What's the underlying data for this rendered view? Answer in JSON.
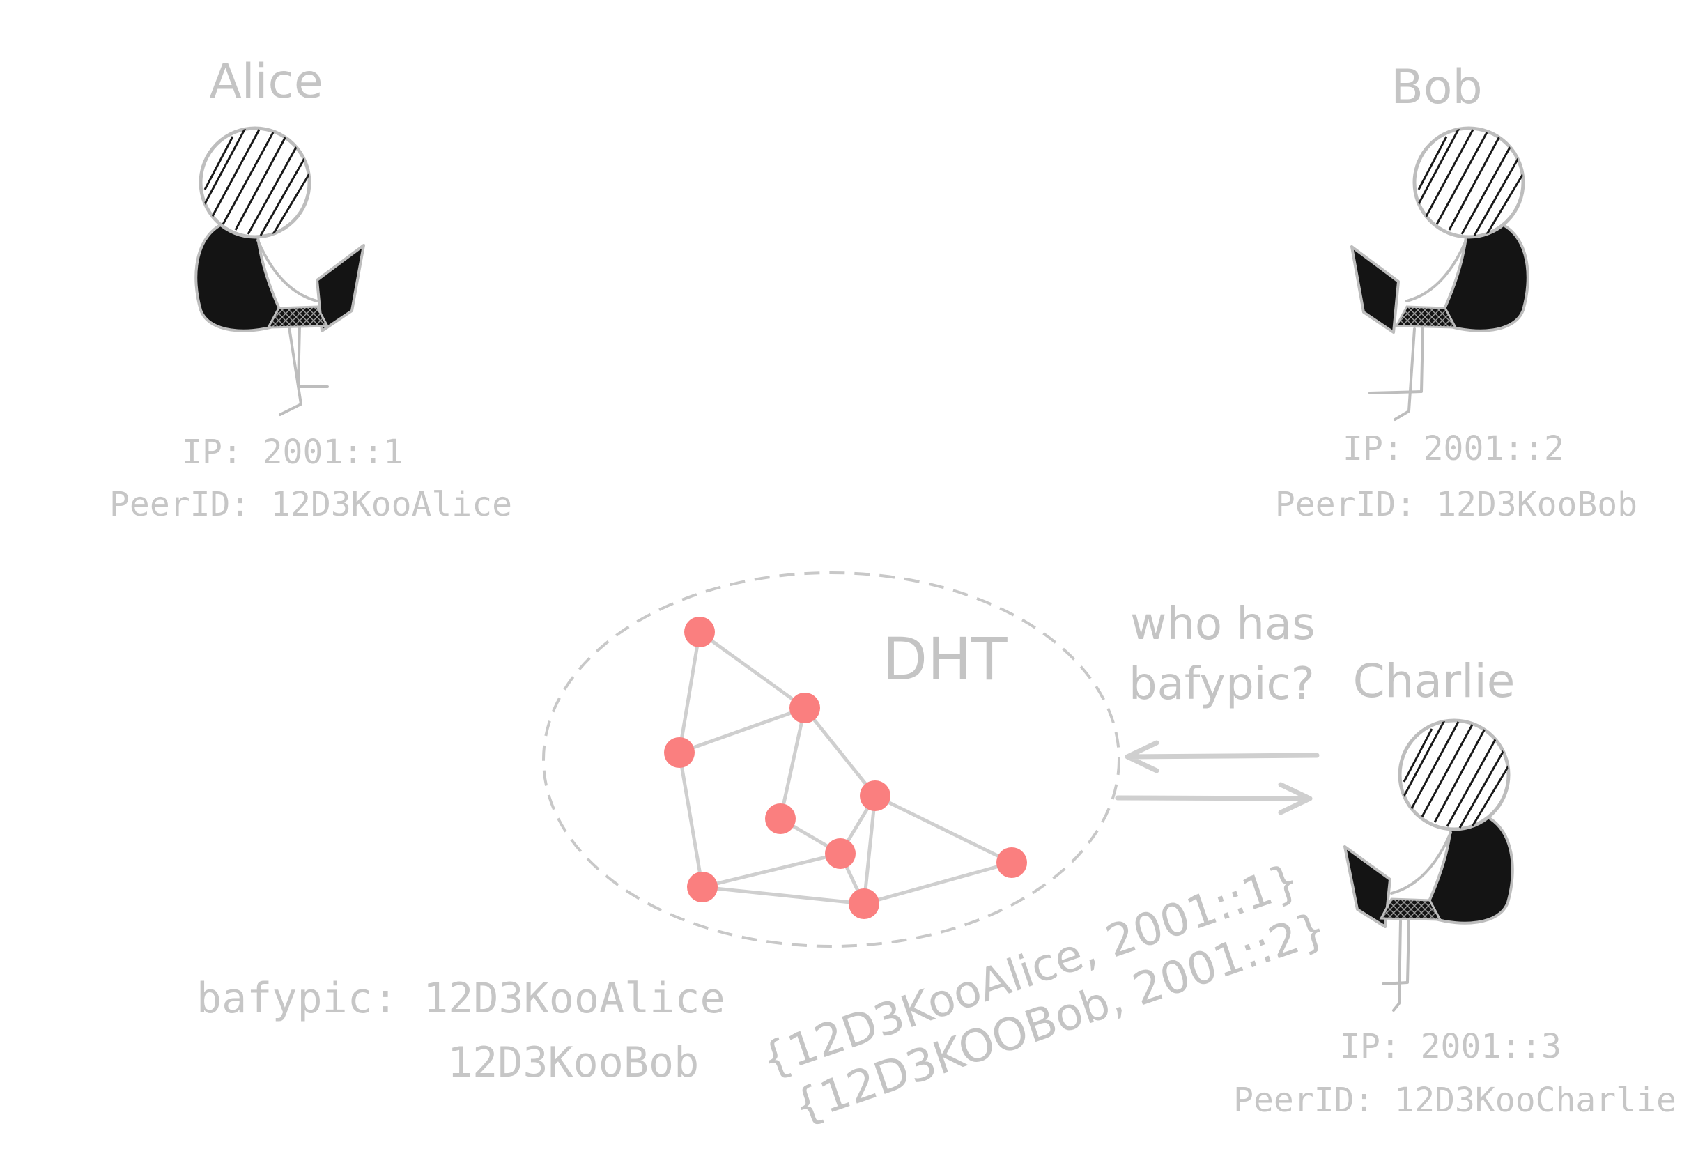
{
  "people": [
    {
      "id": "alice",
      "name": "Alice",
      "ip": "IP: 2001::1",
      "peer": "PeerID: 12D3KooAlice"
    },
    {
      "id": "bob",
      "name": "Bob",
      "ip": "IP: 2001::2",
      "peer": "PeerID: 12D3KooBob"
    },
    {
      "id": "charlie",
      "name": "Charlie",
      "ip": "IP: 2001::3",
      "peer": "PeerID: 12D3KooCharlie"
    }
  ],
  "dht": {
    "label": "DHT",
    "node_color": "#fa7f7f"
  },
  "query": {
    "line1": "who has",
    "line2": "bafypic?"
  },
  "response": {
    "line1": "{12D3KooAlice, 2001::1}",
    "line2": "{12D3KOOBob, 2001::2}"
  },
  "record": {
    "line1": "bafypic: 12D3KooAlice",
    "line2": "12D3KooBob"
  }
}
